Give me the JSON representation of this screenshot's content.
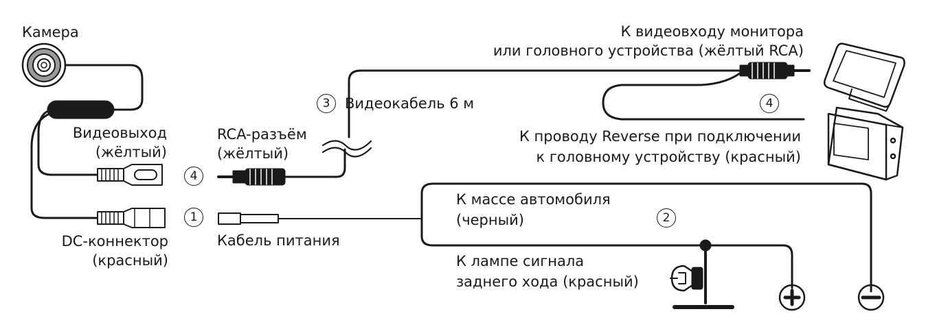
{
  "labels": {
    "camera": "Камера",
    "video_out": [
      "Видеовыход",
      "(жёлтый)"
    ],
    "dc_connector": [
      "DC-коннектор",
      "(красный)"
    ],
    "rca_connector": [
      "RCA-разъём",
      "(жёлтый)"
    ],
    "power_cable": "Кабель питания",
    "video_cable": "Видеокабель 6 м",
    "to_monitor": [
      "К видеовходу монитора",
      "или головного устройства (жёлтый RCA)"
    ],
    "to_reverse": [
      "К проводу Reverse при подключении",
      "к головному устройству (красный)"
    ],
    "to_ground": [
      "К массе автомобиля",
      "(черный)"
    ],
    "to_lamp": [
      "К лампе сигнала",
      "заднего хода (красный)"
    ]
  },
  "markers": {
    "m1": "1",
    "m2": "2",
    "m3": "3",
    "m4_left": "4",
    "m4_right": "4"
  },
  "colors": {
    "line": "#1a1a1a",
    "background": "#ffffff"
  }
}
